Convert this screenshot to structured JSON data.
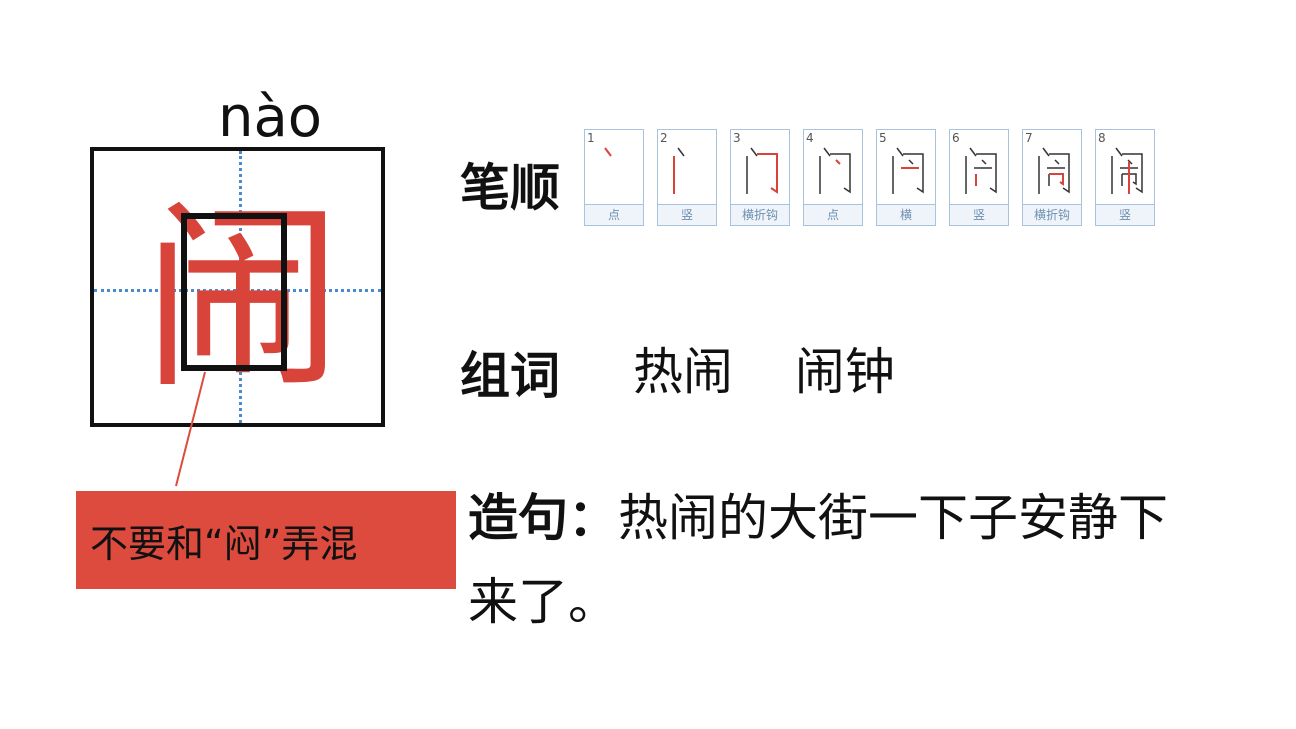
{
  "pinyin": "nào",
  "character": "闹",
  "warning": "不要和“闷”弄混",
  "colors": {
    "accent_red": "#dc4b3e",
    "character_red": "#d8433a",
    "grid_blue": "#4a8bd0",
    "card_border": "#a9c3dc"
  },
  "stroke_order": {
    "label": "笔顺",
    "steps": [
      {
        "num": "1",
        "name": "点"
      },
      {
        "num": "2",
        "name": "竖"
      },
      {
        "num": "3",
        "name": "横折钩"
      },
      {
        "num": "4",
        "name": "点"
      },
      {
        "num": "5",
        "name": "横"
      },
      {
        "num": "6",
        "name": "竖"
      },
      {
        "num": "7",
        "name": "横折钩"
      },
      {
        "num": "8",
        "name": "竖"
      }
    ]
  },
  "words": {
    "label": "组词",
    "items": [
      "热闹",
      "闹钟"
    ]
  },
  "sentence": {
    "label": "造句：",
    "text": "热闹的大街一下子安静下来了。"
  }
}
